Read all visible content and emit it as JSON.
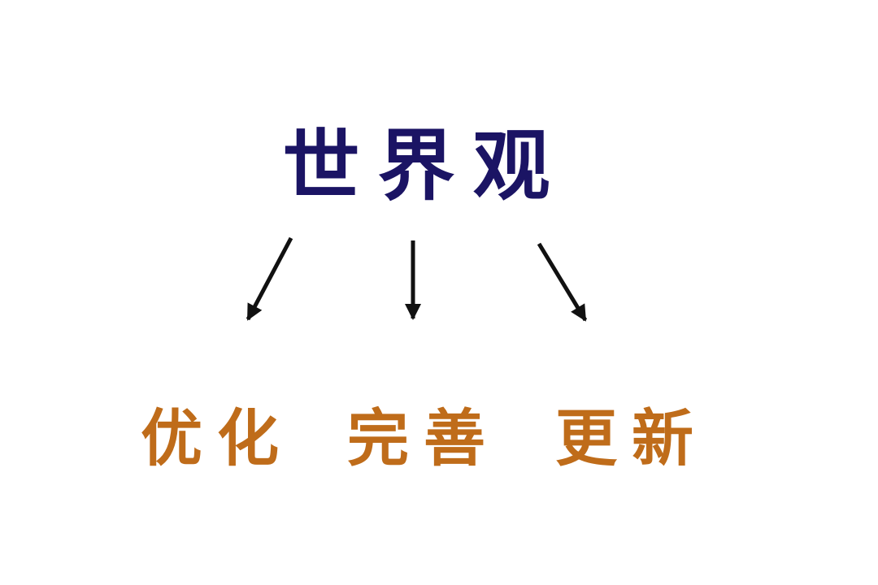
{
  "diagram": {
    "title": "世界观",
    "branches": [
      {
        "label": "优化"
      },
      {
        "label": "完善"
      },
      {
        "label": "更新"
      }
    ],
    "colors": {
      "title": "#1b1464",
      "branch": "#bf6c1a",
      "arrow": "#111111",
      "background": "#ffffff"
    }
  }
}
